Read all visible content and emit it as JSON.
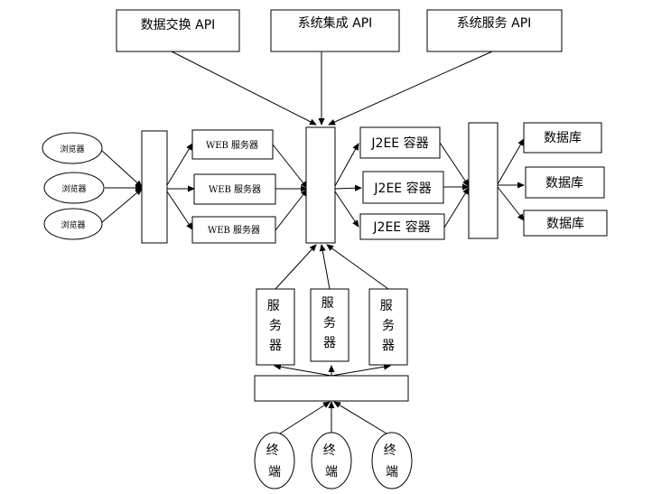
{
  "apis": [
    "数据交换 API",
    "系统集成 API",
    "系统服务 API"
  ],
  "browsers": [
    "浏览器",
    "浏览器",
    "浏览器"
  ],
  "web_servers": [
    "WEB 服务器",
    "WEB 服务器",
    "WEB 服务器"
  ],
  "j2ee_containers": [
    "J2EE 容器",
    "J2EE 容器",
    "J2EE 容器"
  ],
  "databases": [
    "数据库",
    "数据库",
    "数据库"
  ],
  "servers": [
    "服务器",
    "服务器",
    "服务器"
  ],
  "terminals": [
    "终端",
    "终端",
    "终端"
  ]
}
